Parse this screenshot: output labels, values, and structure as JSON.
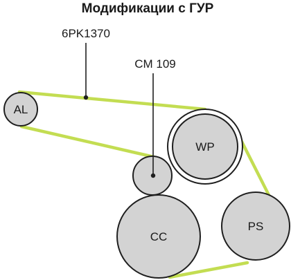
{
  "title": "Модификации с ГУР",
  "colors": {
    "belt": "#c3dd52",
    "pulley_fill": "#d3d3d3",
    "outline": "#1f1f1f",
    "text": "#1a1a1a"
  },
  "callouts": {
    "belt_label": "6PK1370",
    "tensioner_label": "CM 109"
  },
  "pulleys": {
    "al": "AL",
    "wp": "WP",
    "cc": "CC",
    "ps": "PS"
  }
}
